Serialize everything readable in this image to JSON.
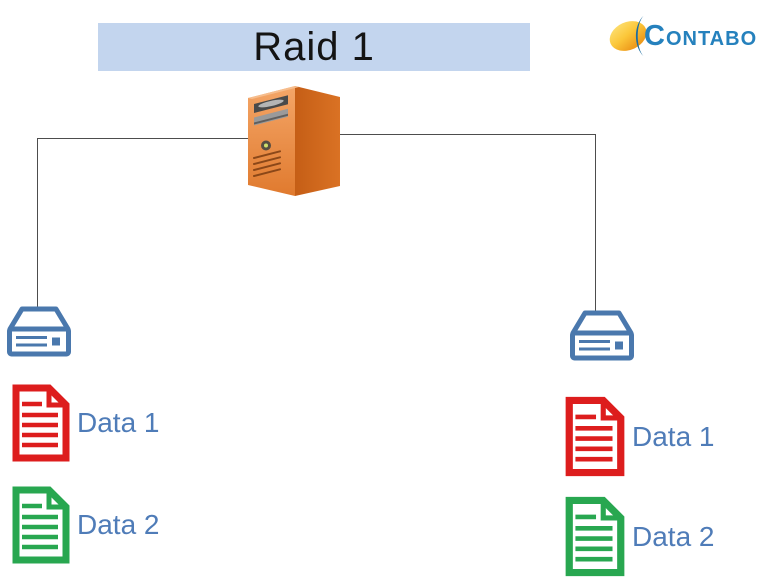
{
  "header": {
    "title": "Raid 1",
    "logo_text": "CONTABO"
  },
  "colors": {
    "banner_bg": "#c3d5ee",
    "title_text": "#141414",
    "logo_blue": "#2581bd",
    "swoosh_yellow": "#fcd044",
    "swoosh_orange": "#ee9b1c",
    "crescent_blue": "#1c6da0",
    "connector_gray": "#4d4d4d",
    "server_front_orange": "#ef9245",
    "server_side_orange": "#c55e16",
    "disk_blue": "#4a78ad",
    "doc_red": "#dd1d1d",
    "doc_green": "#28a750",
    "label_blue": "#4f7cb8"
  },
  "icons": {
    "server": "server-tower-icon",
    "disk": "disk-drive-icon",
    "file": "document-icon",
    "logo_swoosh": "contabo-swoosh-icon"
  },
  "disks": {
    "left": {
      "files": [
        {
          "label": "Data 1",
          "color": "#dd1d1d"
        },
        {
          "label": "Data 2",
          "color": "#28a750"
        }
      ]
    },
    "right": {
      "files": [
        {
          "label": "Data 1",
          "color": "#dd1d1d"
        },
        {
          "label": "Data 2",
          "color": "#28a750"
        }
      ]
    }
  }
}
